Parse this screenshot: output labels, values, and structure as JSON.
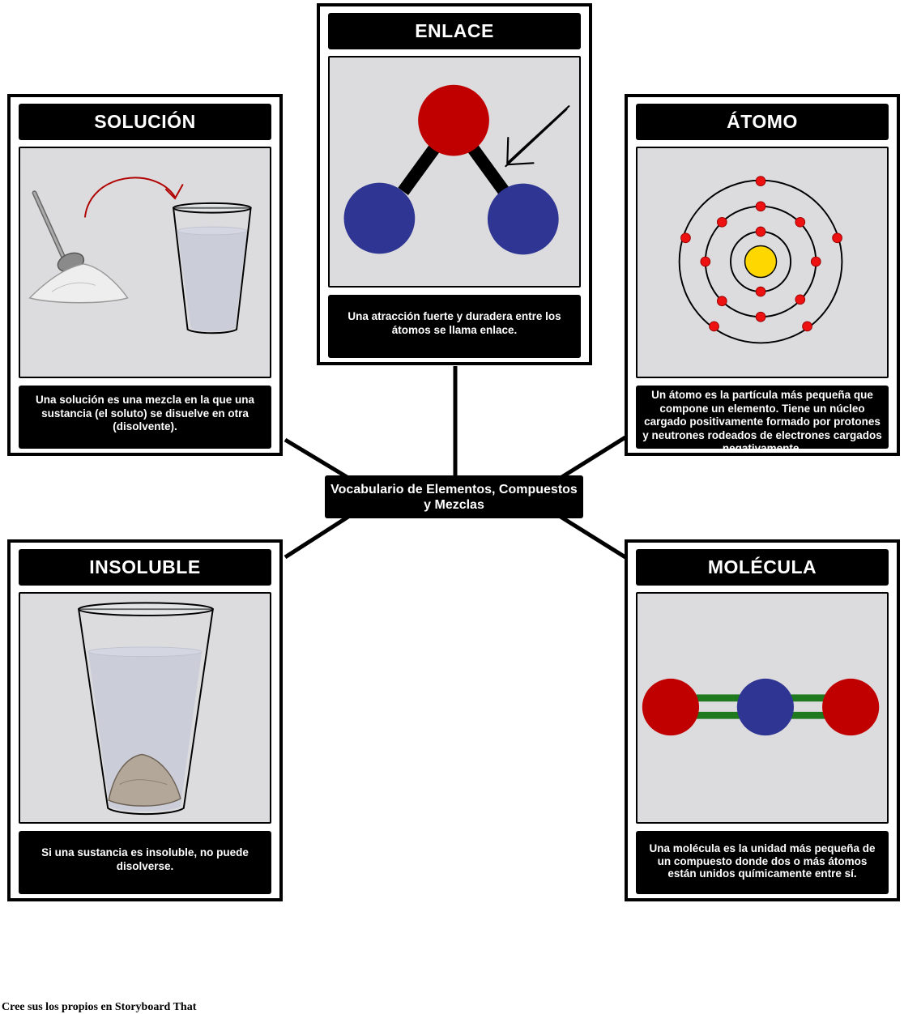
{
  "center_title": "Vocabulario de Elementos, Compuestos y Mezclas",
  "cells": {
    "enlace": {
      "title": "ENLACE",
      "description": "Una atracción fuerte y duradera entre los átomos se llama enlace."
    },
    "solucion": {
      "title": "SOLUCIÓN",
      "description": "Una solución es una mezcla en la que una sustancia (el soluto) se disuelve en otra (disolvente)."
    },
    "atomo": {
      "title": "ÁTOMO",
      "description": "Un átomo es la partícula más pequeña que compone un elemento. Tiene un núcleo cargado positivamente formado por protones y neutrones rodeados de electrones cargados negativamente."
    },
    "insoluble": {
      "title": "INSOLUBLE",
      "description": "Si una sustancia es insoluble, no puede disolverse."
    },
    "molecula": {
      "title": "MOLÉCULA",
      "description": "Una molécula es la unidad más pequeña de un compuesto donde dos o más átomos están unidos químicamente entre sí."
    }
  },
  "footer": "Cree sus los propios en Storyboard That",
  "colors": {
    "atom_red": "#c00000",
    "atom_blue": "#2f3592",
    "bond_green": "#1f7a1f",
    "nucleus_yellow": "#ffd700",
    "scene_bg": "#dcdcde"
  }
}
